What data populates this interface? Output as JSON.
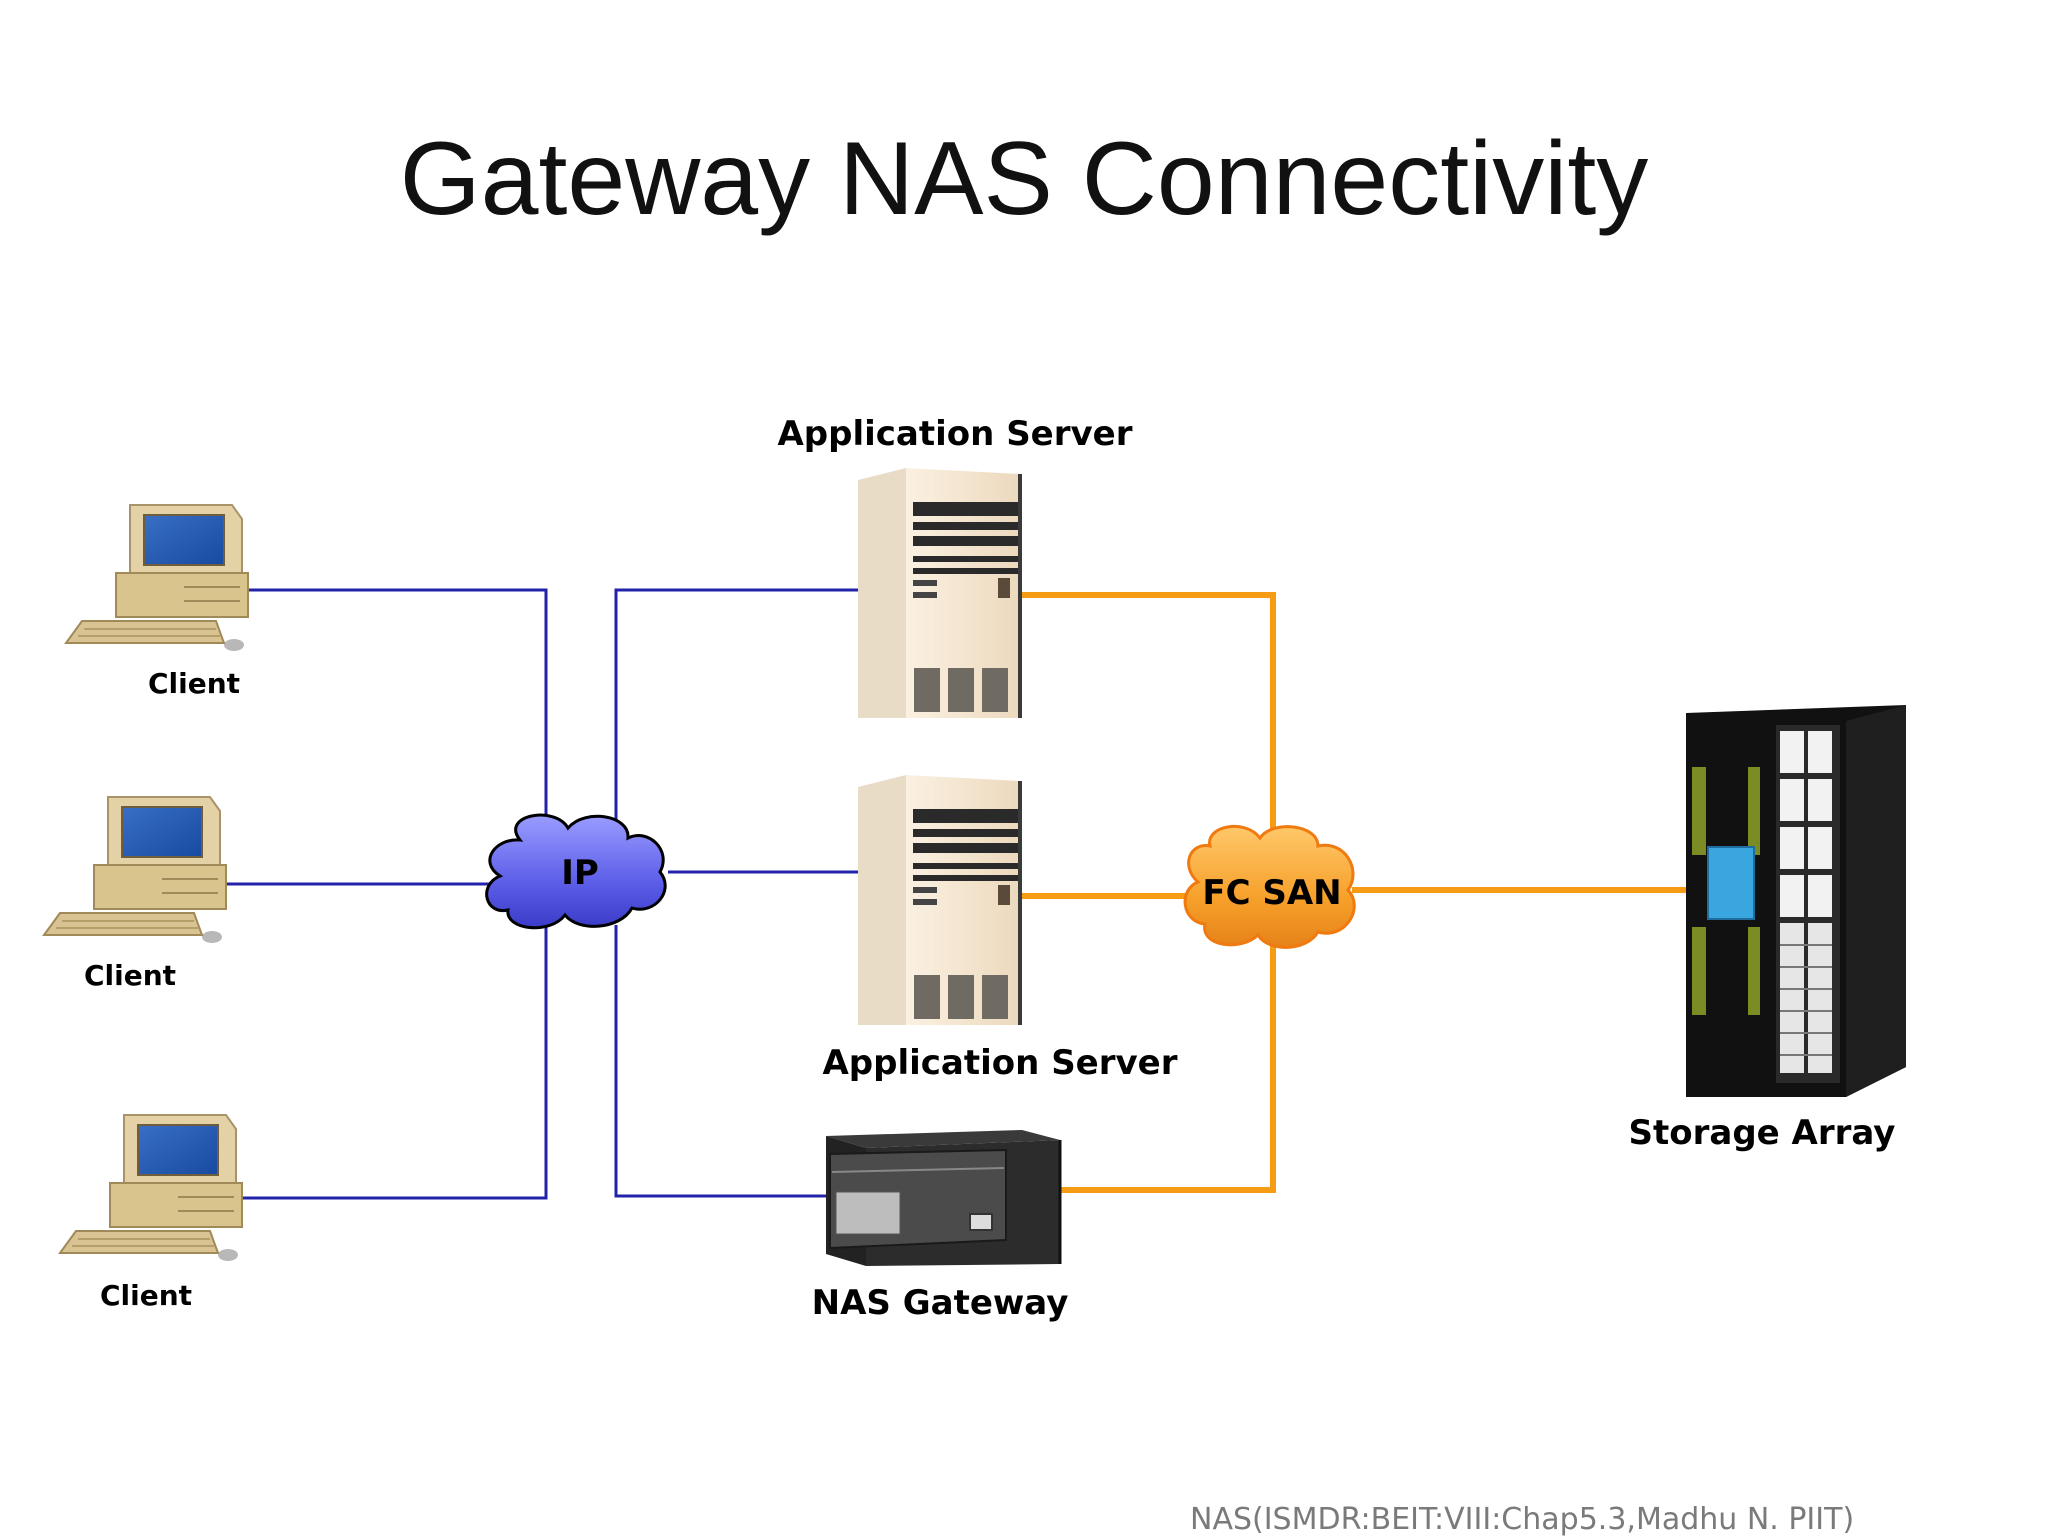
{
  "title": "Gateway NAS Connectivity",
  "footer": "NAS(ISMDR:BEIT:VIII:Chap5.3,Madhu N. PIIT)",
  "colors": {
    "ip_link": "#2222aa",
    "fc_link": "#f59b14",
    "ip_cloud": "#6a6af0",
    "fc_cloud": "#f6a02a"
  },
  "nodes": {
    "client_1": "Client",
    "client_2": "Client",
    "client_3": "Client",
    "ip_cloud": "IP",
    "app_server_1": "Application Server",
    "app_server_2": "Application Server",
    "nas_gateway": "NAS Gateway",
    "fc_san": "FC SAN",
    "storage_array": "Storage Array"
  },
  "icons": {
    "client": "desktop-computer-icon",
    "server": "tower-server-icon",
    "gateway": "nas-gateway-icon",
    "storage": "storage-array-icon"
  }
}
